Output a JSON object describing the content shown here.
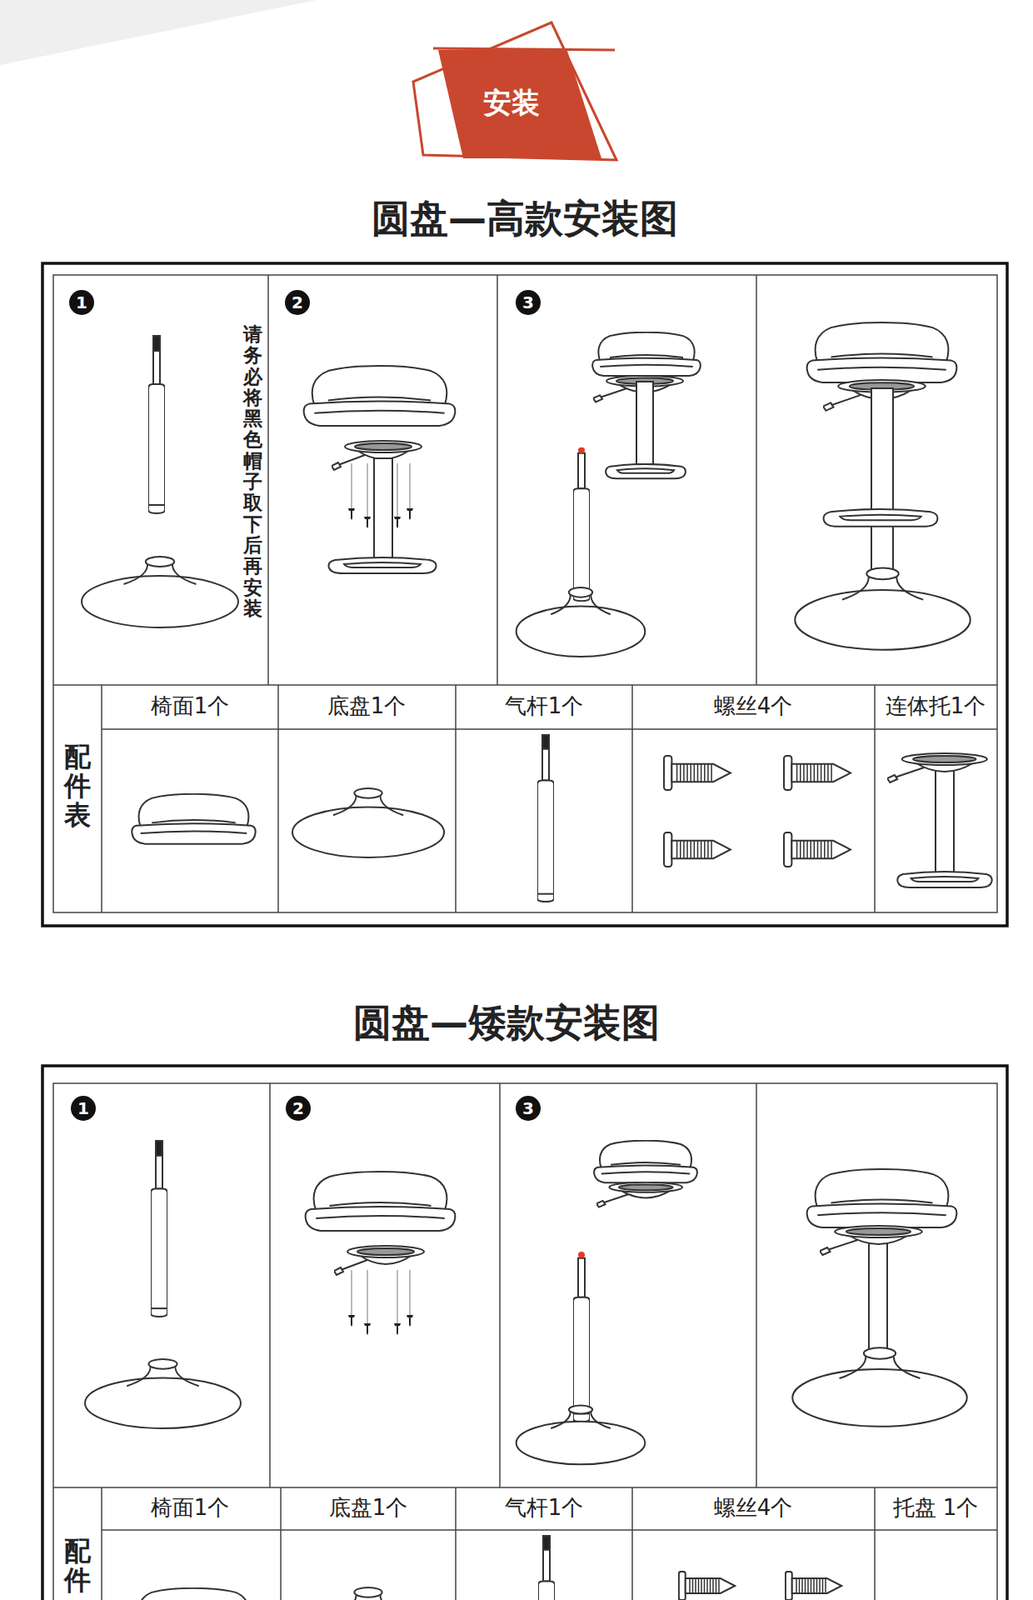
{
  "diagram": {
    "nodes": [
      {
        "text": [
          "安装"
        ]
      }
    ],
    "labels": [
      "圆盘—高款安装图",
      "1",
      "请务必将黑色帽子取下后再安装",
      "2",
      "3",
      "配件表",
      "椅面1个",
      "底盘1个",
      "气杆1个",
      "螺丝4个",
      "连体托1个",
      "圆盘—矮款安装图",
      "1",
      "2",
      "3",
      "配件",
      "椅面1个",
      "底盘1个",
      "气杆1个",
      "螺丝4个",
      "托盘 1个"
    ]
  }
}
